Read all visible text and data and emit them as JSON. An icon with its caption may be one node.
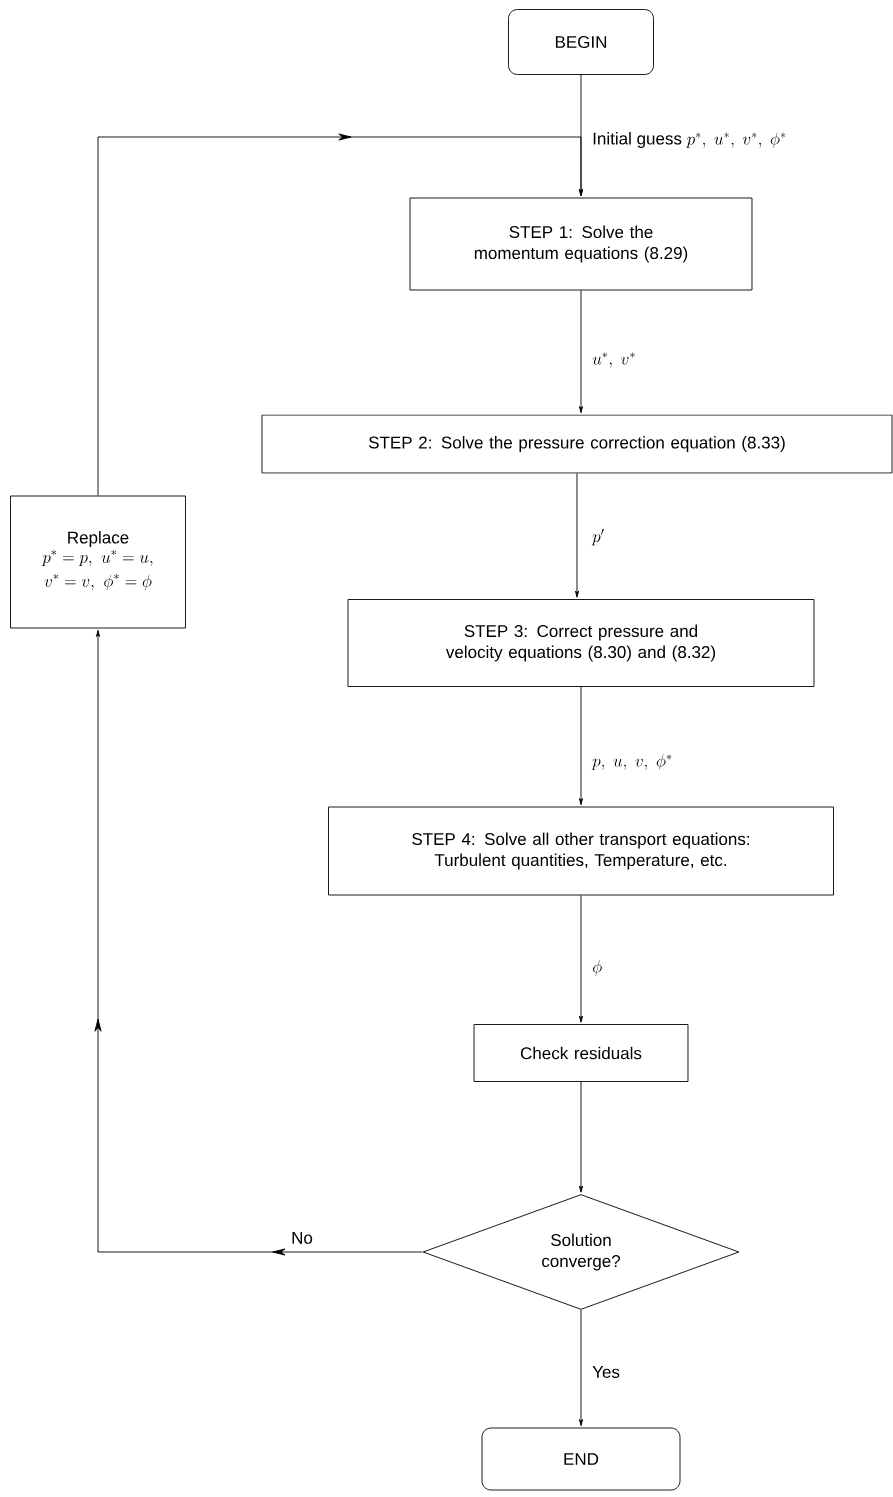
{
  "diagram": {
    "nodes": [
      {
        "text": [
          "BEGIN"
        ]
      },
      {
        "text": [
          "STEP 1: Solve the momentum equations (8.29)"
        ]
      },
      {
        "text": [
          "STEP 2:  Solve the pressure correction equation (8.33)"
        ]
      },
      {
        "text": [
          "STEP 3: Correct pressure and velocity equations (8.30) and (8.32)"
        ]
      },
      {
        "text": [
          "STEP 4: Solve all other transport equations: Turbulent quantities, Temperature, etc."
        ]
      },
      {
        "text": [
          "Check residuals"
        ]
      },
      {
        "text": [
          "Solution converge?"
        ]
      },
      {
        "text": [
          "END"
        ]
      },
      {
        "text": [
          "Replace",
          "\\begin{gathered}p^{*}=p,\\ u^{*}=u,\\\\ v^{*}=v,\\ \\phi^{*}=\\phi\\end{gathered}"
        ]
      }
    ],
    "edges": [
      {
        "from": 0,
        "to": 1,
        "arrow": "to",
        "label": "\\text{Initial guess }p^{*},\\ u^{*},\\ v^{*},\\ \\phi^{*}"
      },
      {
        "from": 8,
        "to": 1,
        "arrow": "to"
      },
      {
        "from": 1,
        "to": 2,
        "arrow": "to",
        "label": "u^{*},\\ v^{*}"
      },
      {
        "from": 2,
        "to": 3,
        "arrow": "to",
        "label": "p'"
      },
      {
        "from": 3,
        "to": 4,
        "arrow": "to",
        "label": "p,\\ u,\\ v,\\ \\phi^{*}"
      },
      {
        "from": 4,
        "to": 5,
        "arrow": "to",
        "label": "\\phi"
      },
      {
        "from": 5,
        "to": 6,
        "arrow": "to"
      },
      {
        "from": 6,
        "to": 7,
        "arrow": "to",
        "label": "Yes"
      },
      {
        "from": 6,
        "to": 8,
        "arrow": "to",
        "label": "No"
      }
    ]
  }
}
